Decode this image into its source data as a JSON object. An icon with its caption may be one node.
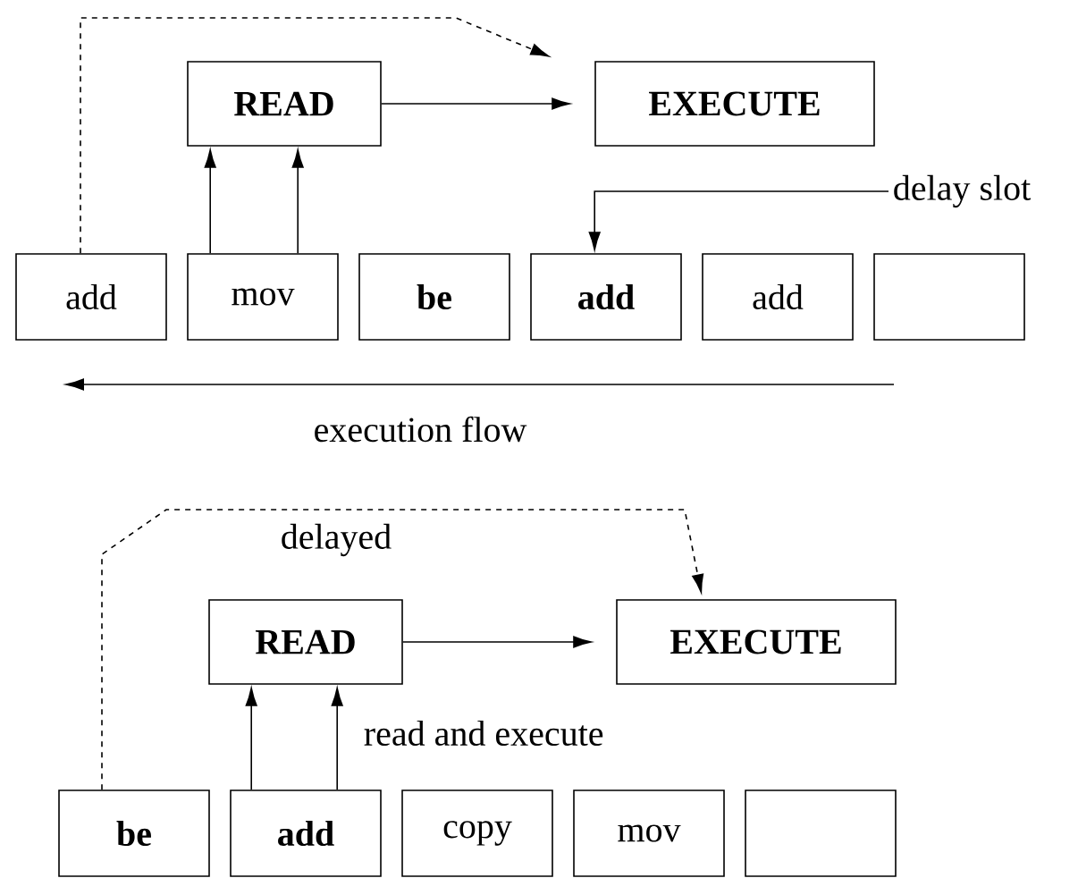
{
  "diagram": {
    "nodes": [
      {
        "text": [
          "READ"
        ]
      },
      {
        "text": [
          "EXECUTE"
        ]
      },
      {
        "text": [
          "add"
        ]
      },
      {
        "text": [
          "mov"
        ]
      },
      {
        "text": [
          "be"
        ]
      },
      {
        "text": [
          "add"
        ]
      },
      {
        "text": [
          "add"
        ]
      },
      {
        "text": [],
        "shape": "box"
      },
      {
        "text": [
          "delay slot"
        ]
      },
      {
        "text": [
          "READ"
        ]
      },
      {
        "text": [
          "EXECUTE"
        ]
      },
      {
        "text": [
          "be"
        ]
      },
      {
        "text": [
          "add"
        ]
      },
      {
        "text": [
          "copy"
        ]
      },
      {
        "text": [
          "mov"
        ]
      },
      {
        "text": [],
        "shape": "box"
      }
    ],
    "edges": [
      {
        "from": 2,
        "to": 1,
        "arrow": "to",
        "style": "dashed"
      },
      {
        "from": 0,
        "to": 1,
        "arrow": "to"
      },
      {
        "from": 3,
        "to": 0,
        "arrow": "to"
      },
      {
        "from": 3,
        "to": 0,
        "arrow": "to"
      },
      {
        "from": 8,
        "to": 5,
        "arrow": "to"
      },
      {
        "from": 11,
        "to": 10,
        "arrow": "to",
        "style": "dashed",
        "label": "delayed"
      },
      {
        "from": 9,
        "to": 10,
        "arrow": "to"
      },
      {
        "from": 12,
        "to": 9,
        "arrow": "to"
      },
      {
        "from": 12,
        "to": 9,
        "arrow": "to",
        "label": "read and execute"
      }
    ],
    "labels": [
      "execution flow"
    ]
  }
}
